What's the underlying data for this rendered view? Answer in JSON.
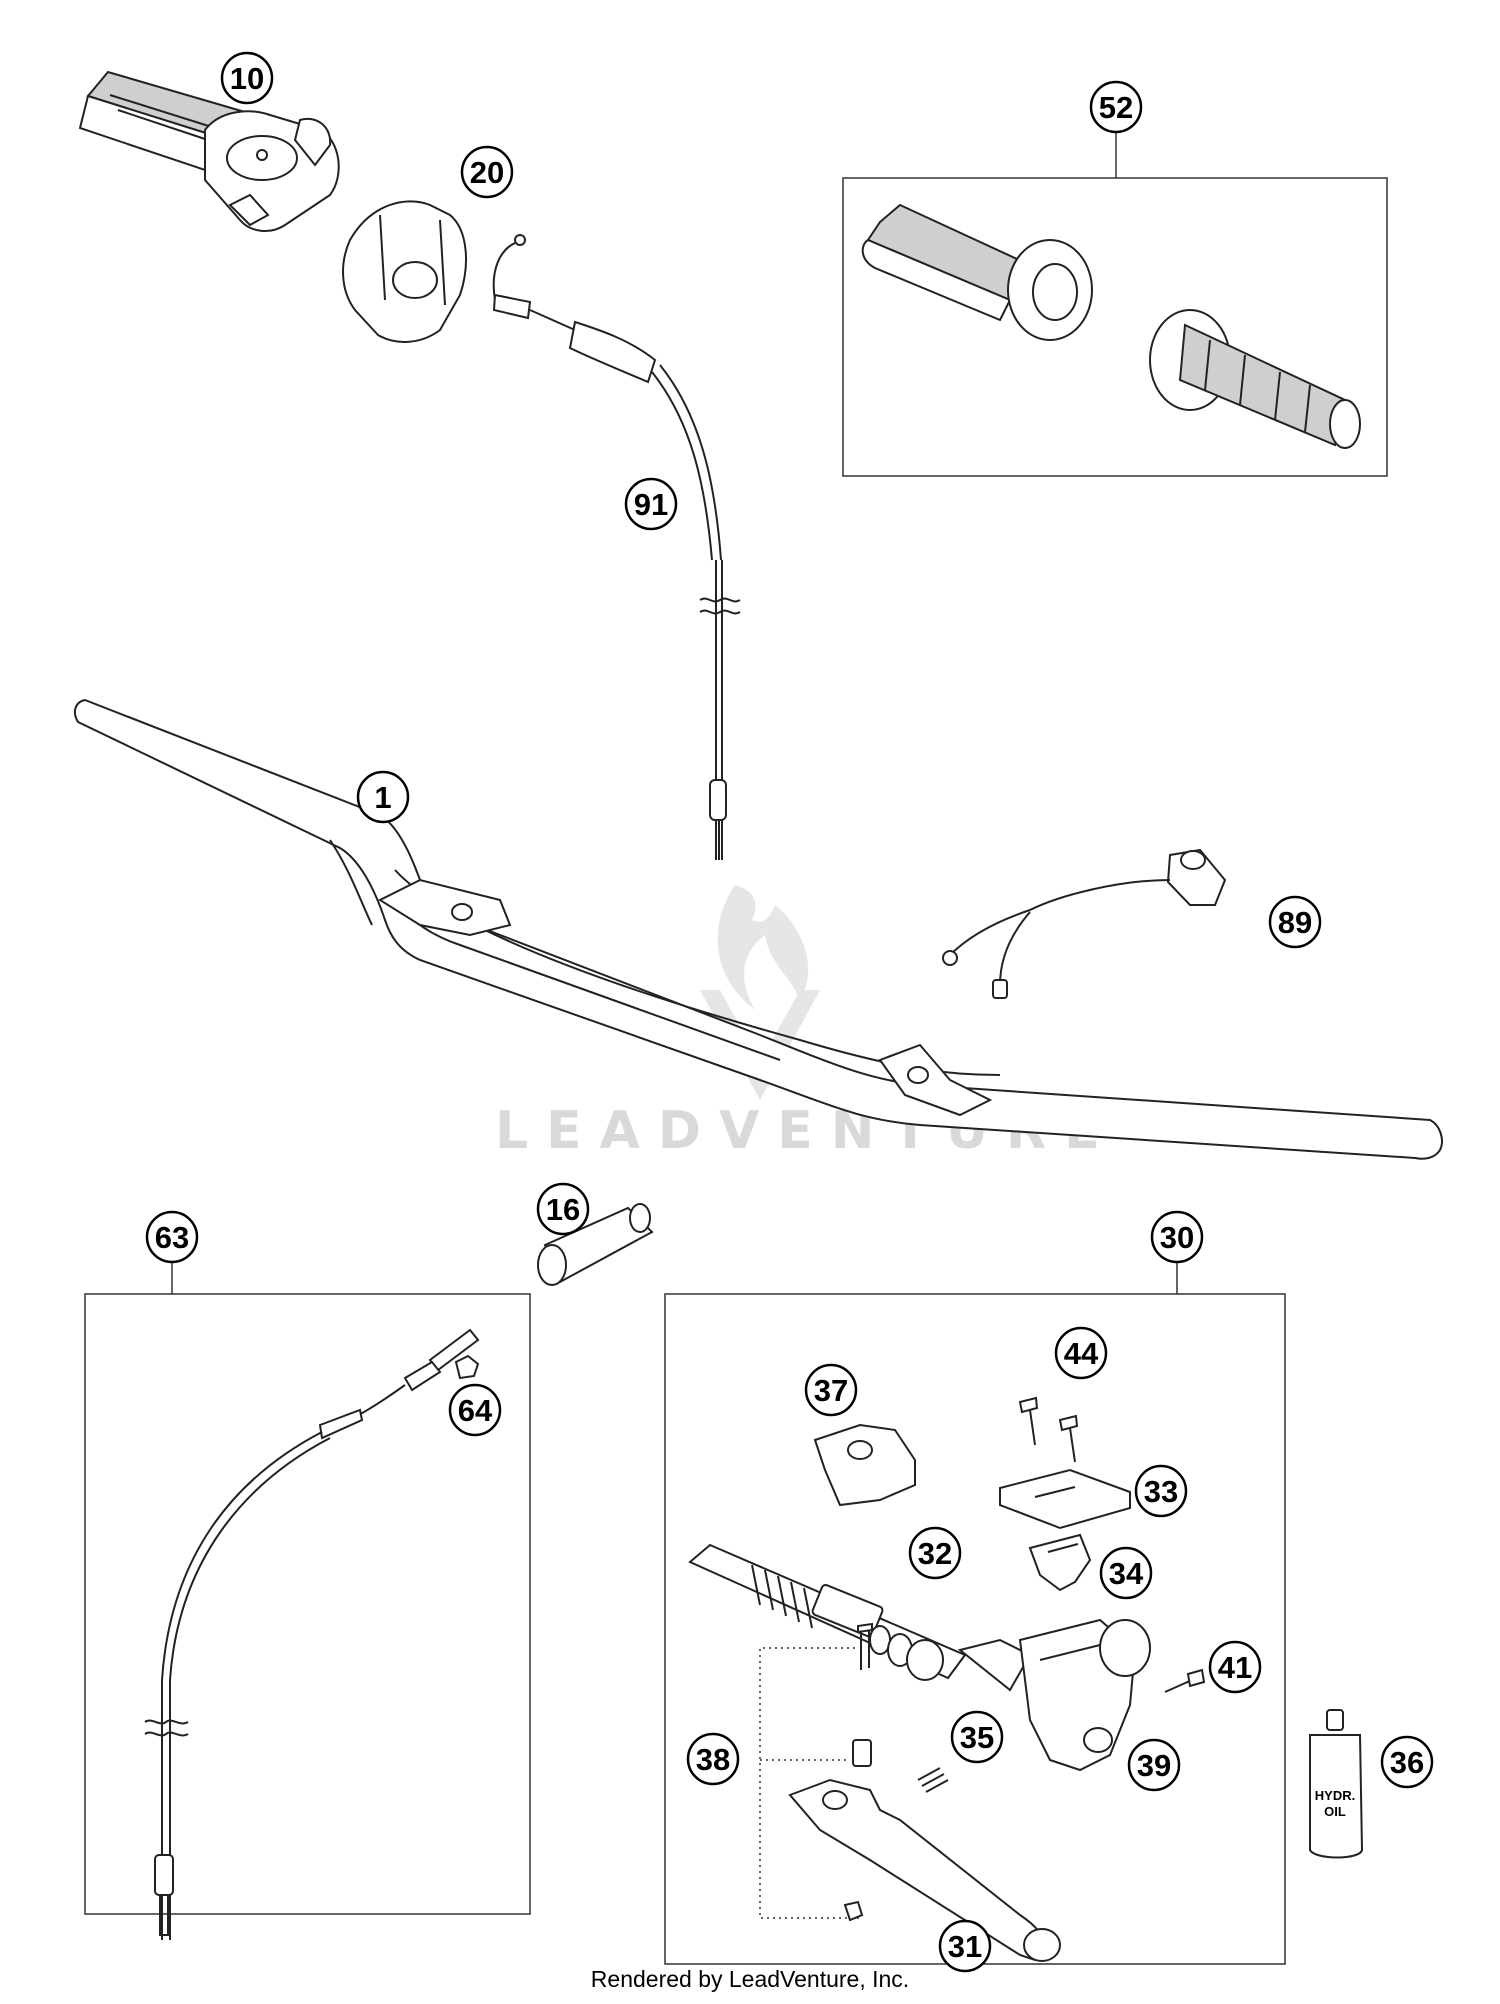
{
  "callouts": {
    "c10": "10",
    "c20": "20",
    "c52": "52",
    "c91": "91",
    "c1": "1",
    "c89": "89",
    "c16": "16",
    "c63": "63",
    "c64": "64",
    "c30": "30",
    "c44": "44",
    "c37": "37",
    "c33": "33",
    "c32": "32",
    "c34": "34",
    "c41": "41",
    "c38": "38",
    "c35": "35",
    "c39": "39",
    "c36": "36",
    "c31": "31"
  },
  "oil_label_line1": "HYDR.",
  "oil_label_line2": "OIL",
  "watermark": "LEADVENTURE",
  "footer": "Rendered by LeadVenture, Inc."
}
